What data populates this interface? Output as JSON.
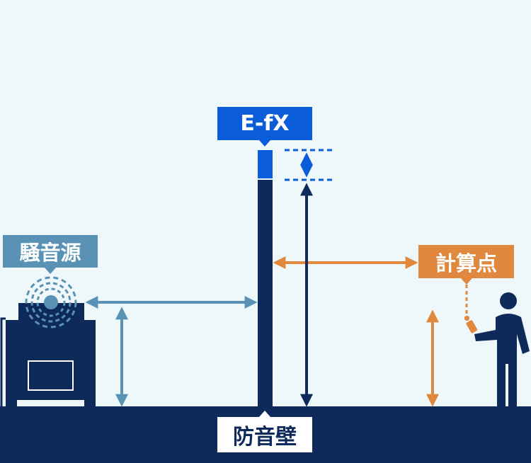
{
  "labels": {
    "efx": "E-fX",
    "noise_source": "騒音源",
    "calc_point": "計算点",
    "wall": "防音壁"
  },
  "colors": {
    "background": "#eef8fa",
    "navy": "#0e2a5a",
    "efx_blue": "#0b5cd8",
    "source_blue": "#5a92b5",
    "calc_orange": "#e0893e",
    "white": "#ffffff"
  },
  "icons": {
    "noise_source": "noise-machine-icon",
    "sound_waves": "sound-wave-icon",
    "listener": "person-with-meter-icon"
  }
}
